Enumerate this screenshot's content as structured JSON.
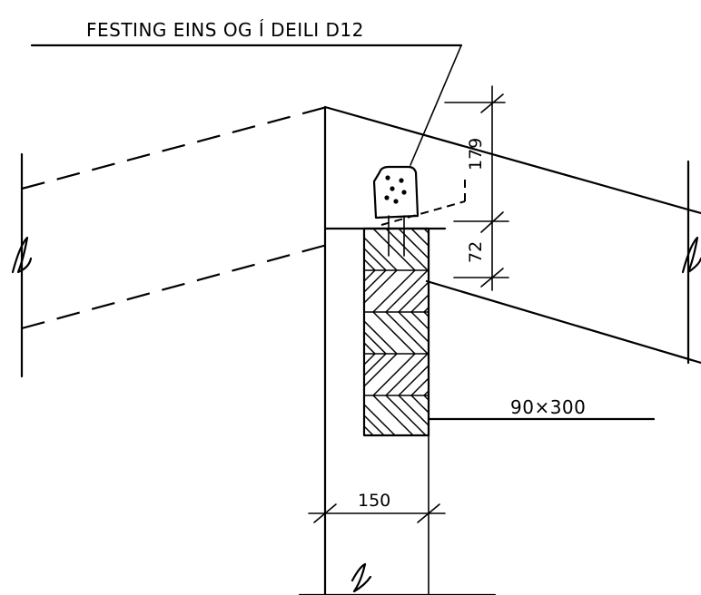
{
  "annotations": {
    "fixing_note": "FESTING EINS OG Í  DEILI D12",
    "beam_size": "90×300"
  },
  "dimensions": {
    "width": "150",
    "upper_height": "179",
    "lower_height": "72"
  }
}
